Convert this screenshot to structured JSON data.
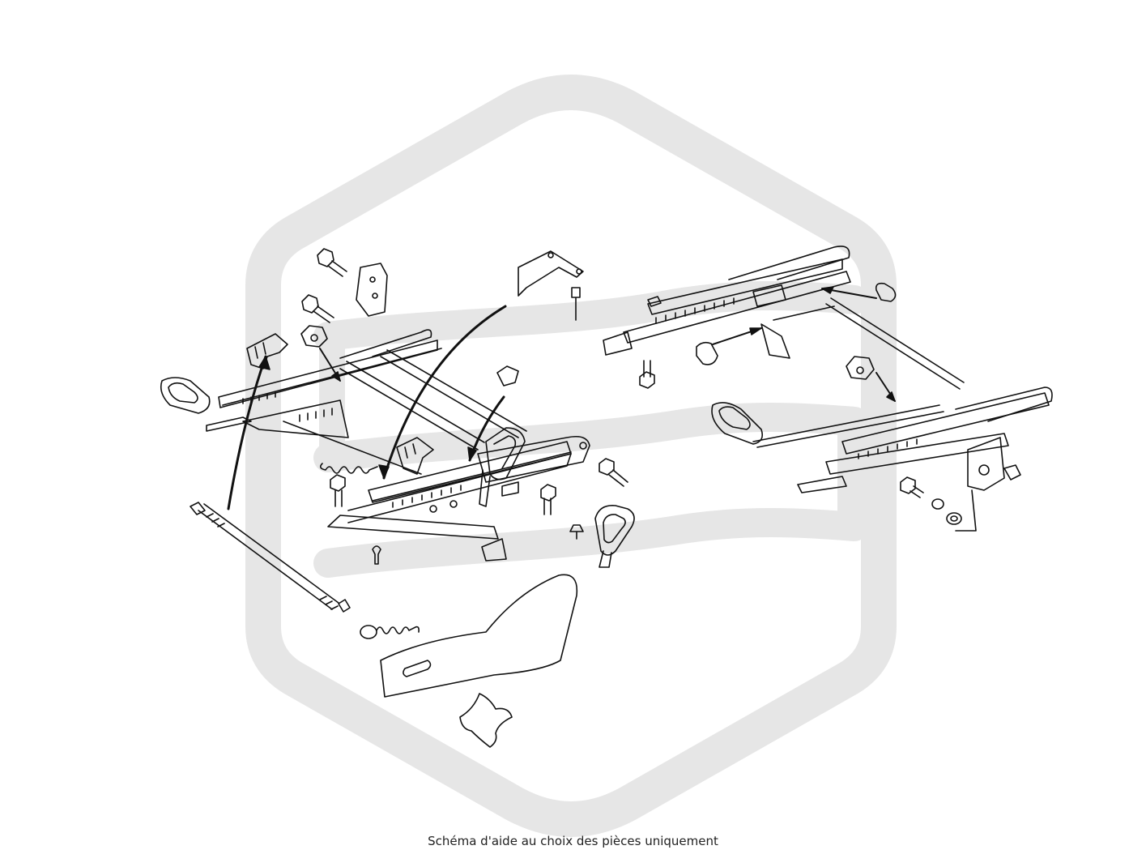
{
  "caption": "Schéma d'aide au choix des pièces uniquement",
  "watermark": {
    "color": "#e6e6e6"
  },
  "drawing": {
    "line_color": "#111111"
  },
  "icons": [
    "watermark-logo",
    "seat-rail-left-assembly",
    "seat-rail-right-assembly",
    "torsion-bar",
    "tension-spring",
    "release-handle",
    "plastic-side-cover",
    "star-knob",
    "bolt",
    "bushing",
    "washer",
    "clip",
    "arrow"
  ]
}
